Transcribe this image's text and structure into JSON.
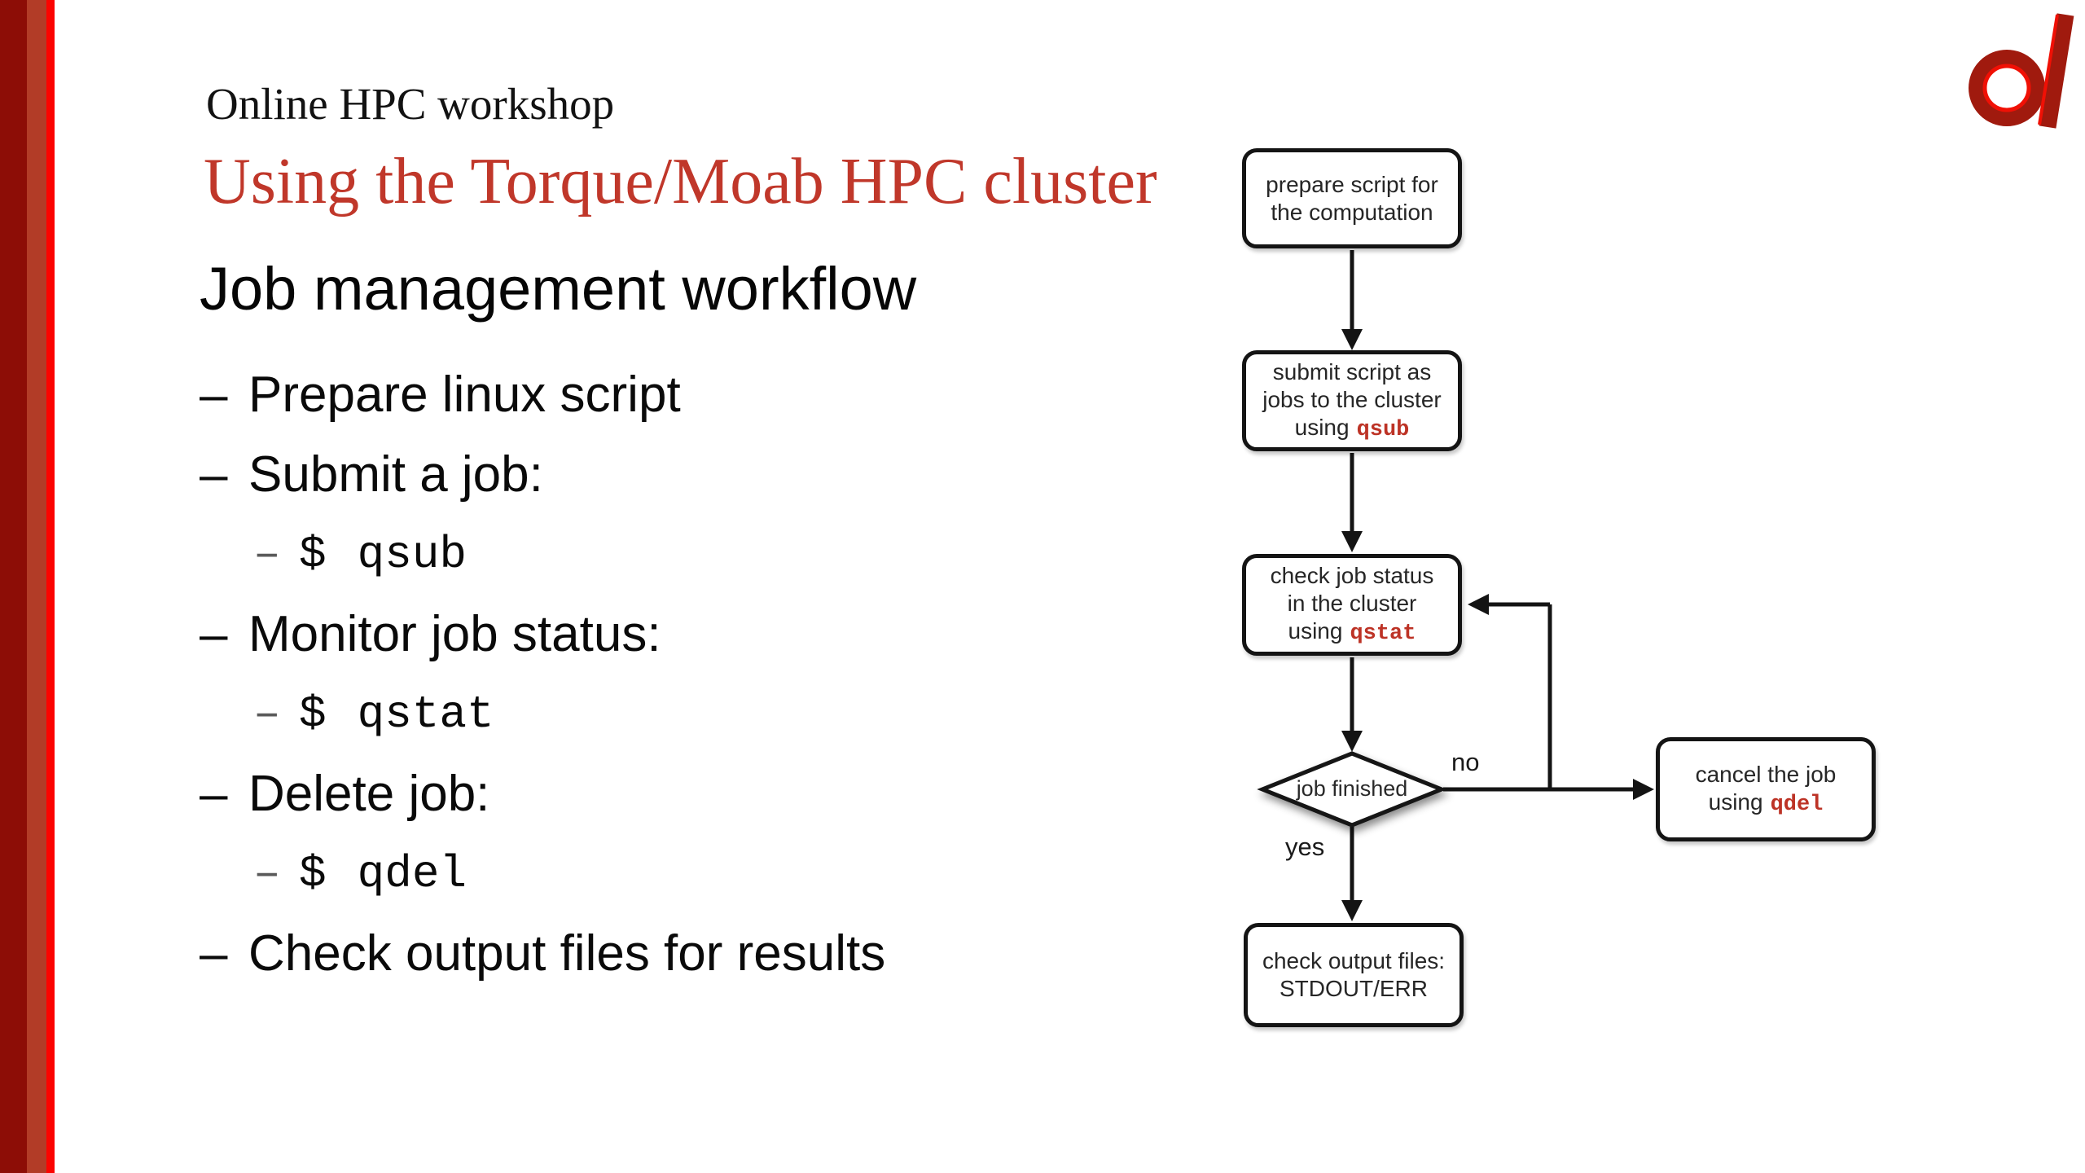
{
  "slide": {
    "suptitle": "Online HPC workshop",
    "title": "Using the Torque/Moab HPC cluster",
    "heading": "Job management workflow",
    "dash": "–",
    "bullets": [
      {
        "text": "Prepare linux script"
      },
      {
        "text": "Submit a job:"
      },
      {
        "prompt": "$",
        "command": "qsub"
      },
      {
        "text": "Monitor job status:"
      },
      {
        "prompt": "$",
        "command": "qstat"
      },
      {
        "text": "Delete job:"
      },
      {
        "prompt": "$",
        "command": "qdel"
      },
      {
        "text": "Check output files for results"
      }
    ]
  },
  "flowchart": {
    "prepare": {
      "line1": "prepare script for",
      "line2": "the computation"
    },
    "submit": {
      "line1": "submit script as",
      "line2": "jobs to the cluster",
      "line3_prefix": "using",
      "command": "qsub"
    },
    "check": {
      "line1": "check job status",
      "line2": "in the cluster",
      "line3_prefix": "using",
      "command": "qstat"
    },
    "decision": {
      "label": "job finished"
    },
    "cancel": {
      "line1": "cancel the job",
      "line2_prefix": "using",
      "command": "qdel"
    },
    "output": {
      "line1": "check output files:",
      "line2": "STDOUT/ERR"
    },
    "labels": {
      "no": "no",
      "yes": "yes"
    }
  },
  "colors": {
    "title_red": "#c0372a",
    "command_red": "#bd3326",
    "bar_dark": "#8d0d06",
    "bar_mid": "#b23c27",
    "bar_bright": "#fb0400",
    "line_black": "#141414"
  },
  "logo": {
    "name": "alpha-logo"
  }
}
